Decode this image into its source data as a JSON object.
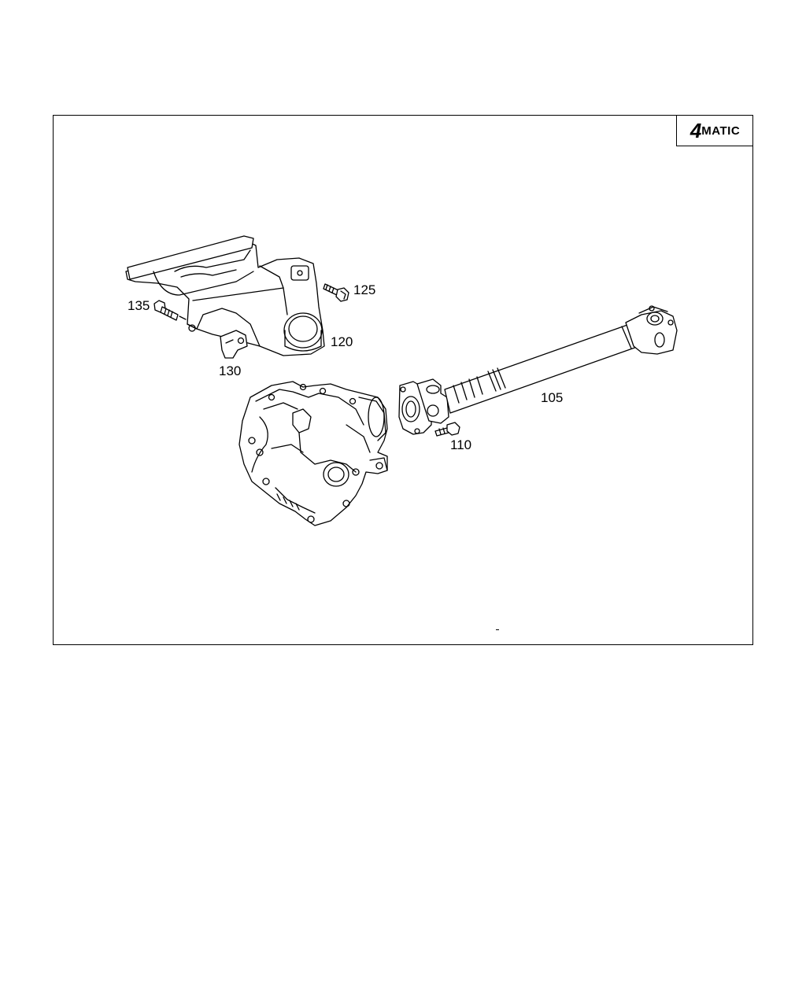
{
  "badge": {
    "number": "4",
    "text": "MATIC"
  },
  "callouts": {
    "c105": "105",
    "c110": "110",
    "c120": "120",
    "c125": "125",
    "c130": "130",
    "c135": "135"
  }
}
